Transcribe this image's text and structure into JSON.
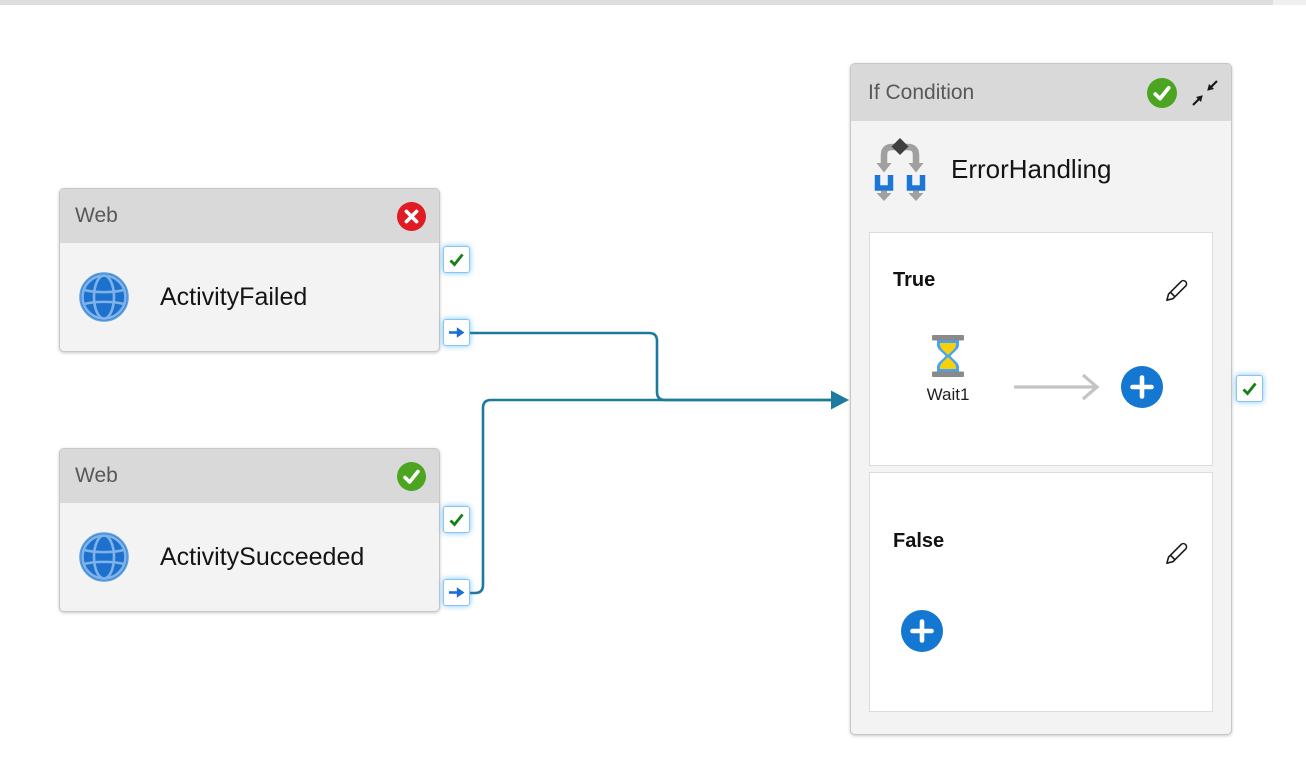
{
  "activities": {
    "activity_failed": {
      "type_label": "Web",
      "name": "ActivityFailed",
      "status": "Failed"
    },
    "activity_succeeded": {
      "type_label": "Web",
      "name": "ActivitySucceeded",
      "status": "Succeeded"
    },
    "error_handling": {
      "type_label": "If Condition",
      "name": "ErrorHandling",
      "status": "Succeeded",
      "true_branch": {
        "label": "True",
        "wait_activity_name": "Wait1"
      },
      "false_branch": {
        "label": "False"
      }
    }
  },
  "colors": {
    "connector_teal": "#1d7a9e",
    "success_badge_green": "#4ca521",
    "error_badge_red": "#e01b24",
    "add_button_blue": "#1477d2",
    "port_check_green": "#158015",
    "port_arrow_blue": "#1b6ed6"
  }
}
